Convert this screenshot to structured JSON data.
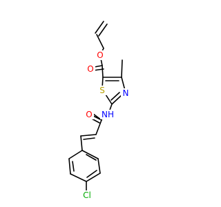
{
  "molecule": {
    "colors": {
      "carbon_bond": "#000000",
      "oxygen": "#ff0000",
      "nitrogen": "#0000ff",
      "sulfur": "#b8a200",
      "chlorine": "#00aa00"
    },
    "atoms": {
      "ester_oxygen": "O",
      "carbonyl_oxygen": "O",
      "thiazole_nitrogen": "N",
      "thiazole_sulfur": "S",
      "amide_nh": "NH",
      "amide_oxygen": "O",
      "chlorine": "Cl"
    }
  }
}
